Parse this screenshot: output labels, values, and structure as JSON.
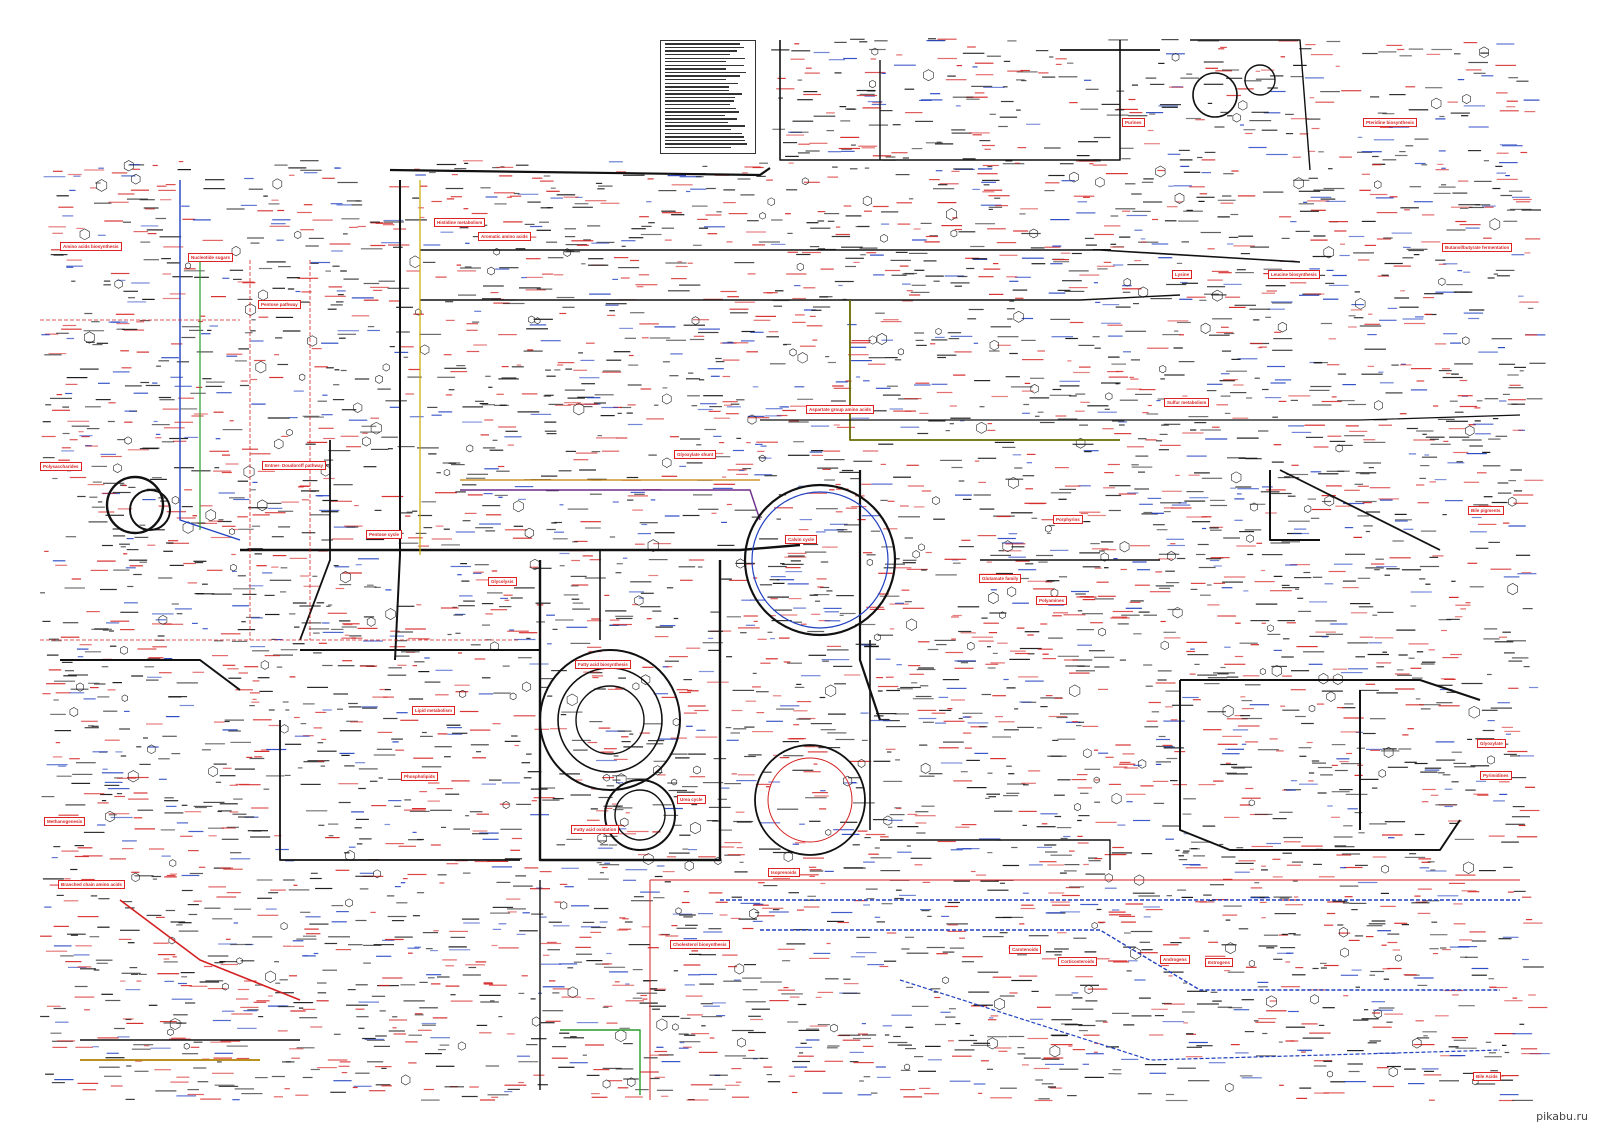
{
  "watermark": "pikabu.ru",
  "colors": {
    "enzyme_red": "#d42020",
    "cofactor_blue": "#2040c0",
    "main_path": "#111111",
    "aux_green": "#2a9a2a",
    "aux_purple": "#6a2a8a",
    "aux_yellow": "#c8a800"
  },
  "section_labels": [
    {
      "text": "Amino acids\nbiosynthesis"
    },
    {
      "text": "Nucleotide\nsugars"
    },
    {
      "text": "Pentose\npathway"
    },
    {
      "text": "Polysaccharides"
    },
    {
      "text": "Aromatic amino acids"
    },
    {
      "text": "Histidine metabolism"
    },
    {
      "text": "Purines"
    },
    {
      "text": "Pteridine\nbiosynthesis"
    },
    {
      "text": "Lysine"
    },
    {
      "text": "Leucine\nbiosynthesis"
    },
    {
      "text": "Butanol/butyrate fermentation"
    },
    {
      "text": "Sulfur\nmetabolism"
    },
    {
      "text": "Aspartate group\namino acids"
    },
    {
      "text": "Glyoxylate shunt"
    },
    {
      "text": "Calvin\ncycle"
    },
    {
      "text": "Glycolysis"
    },
    {
      "text": "Entner-\nDoudoroff\npathway"
    },
    {
      "text": "Pentose cycle"
    },
    {
      "text": "Fatty acid\nbiosynthesis"
    },
    {
      "text": "Fatty\nacid oxidation"
    },
    {
      "text": "Lipid\nmetabolism"
    },
    {
      "text": "Phospholipids"
    },
    {
      "text": "Urea\ncycle"
    },
    {
      "text": "Glutamate\nfamily"
    },
    {
      "text": "Polyamines"
    },
    {
      "text": "Porphyrins"
    },
    {
      "text": "Bile\npigments"
    },
    {
      "text": "Pyrimidines"
    },
    {
      "text": "Branched chain\namino acids"
    },
    {
      "text": "Methanogenesis"
    },
    {
      "text": "Glyoxylate"
    },
    {
      "text": "Isoprenoids"
    },
    {
      "text": "Carotenoids"
    },
    {
      "text": "Androgens"
    },
    {
      "text": "Estrogens"
    },
    {
      "text": "Corticosteroids"
    },
    {
      "text": "Bile Acids"
    },
    {
      "text": "Cholesterol\nbiosynthesis"
    }
  ]
}
